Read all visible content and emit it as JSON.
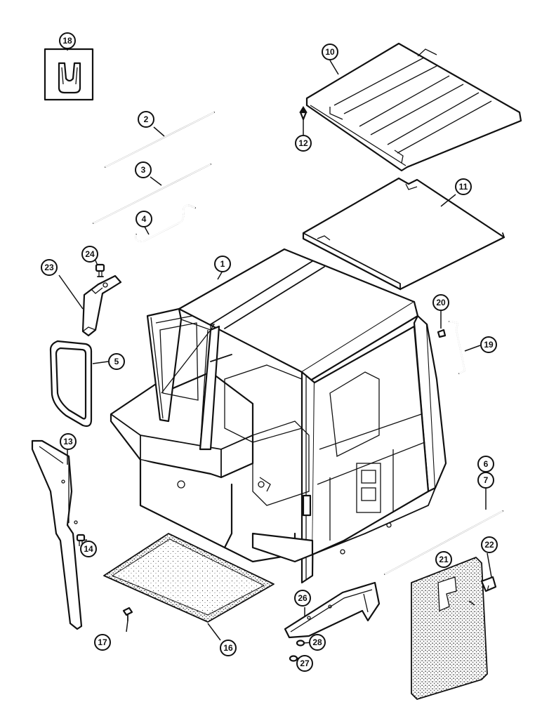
{
  "diagram": {
    "callouts": [
      "1",
      "2",
      "3",
      "4",
      "5",
      "6",
      "7",
      "10",
      "11",
      "12",
      "13",
      "14",
      "16",
      "17",
      "18",
      "19",
      "20",
      "21",
      "22",
      "23",
      "24",
      "26",
      "27",
      "28"
    ]
  }
}
